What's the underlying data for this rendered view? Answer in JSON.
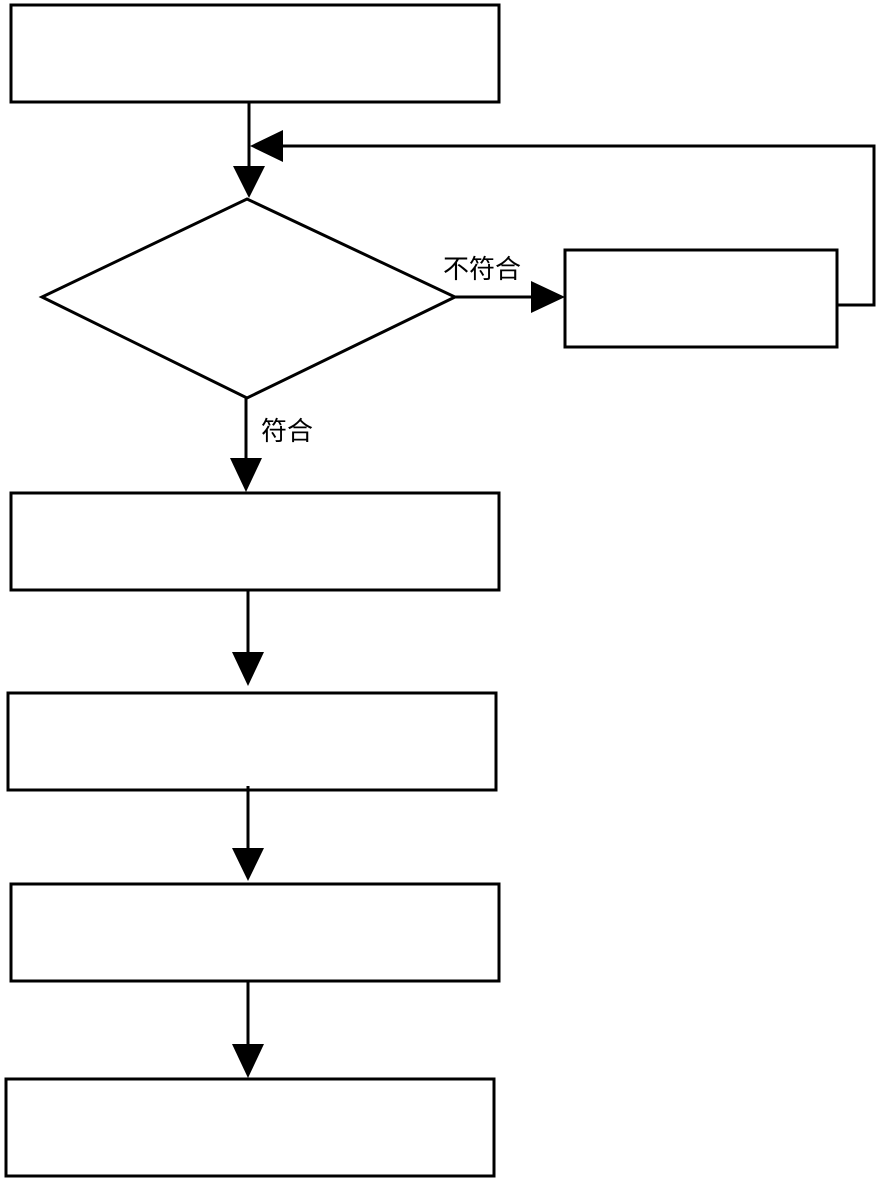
{
  "diagram": {
    "type": "flowchart",
    "line_color": "#000000",
    "background_color": "#ffffff",
    "nodes": [
      {
        "id": "step1",
        "shape": "rectangle",
        "text": ""
      },
      {
        "id": "decision",
        "shape": "diamond",
        "text": ""
      },
      {
        "id": "correction",
        "shape": "rectangle",
        "text": ""
      },
      {
        "id": "step2",
        "shape": "rectangle",
        "text": ""
      },
      {
        "id": "step3",
        "shape": "rectangle",
        "text": ""
      },
      {
        "id": "step4",
        "shape": "rectangle",
        "text": ""
      },
      {
        "id": "step5",
        "shape": "rectangle",
        "text": ""
      }
    ],
    "edges": [
      {
        "from": "step1",
        "to": "decision",
        "label": ""
      },
      {
        "from": "decision",
        "to": "correction",
        "label": "不符合"
      },
      {
        "from": "correction",
        "to": "decision",
        "label": ""
      },
      {
        "from": "decision",
        "to": "step2",
        "label": "符合"
      },
      {
        "from": "step2",
        "to": "step3",
        "label": ""
      },
      {
        "from": "step3",
        "to": "step4",
        "label": ""
      },
      {
        "from": "step4",
        "to": "step5",
        "label": ""
      }
    ]
  }
}
